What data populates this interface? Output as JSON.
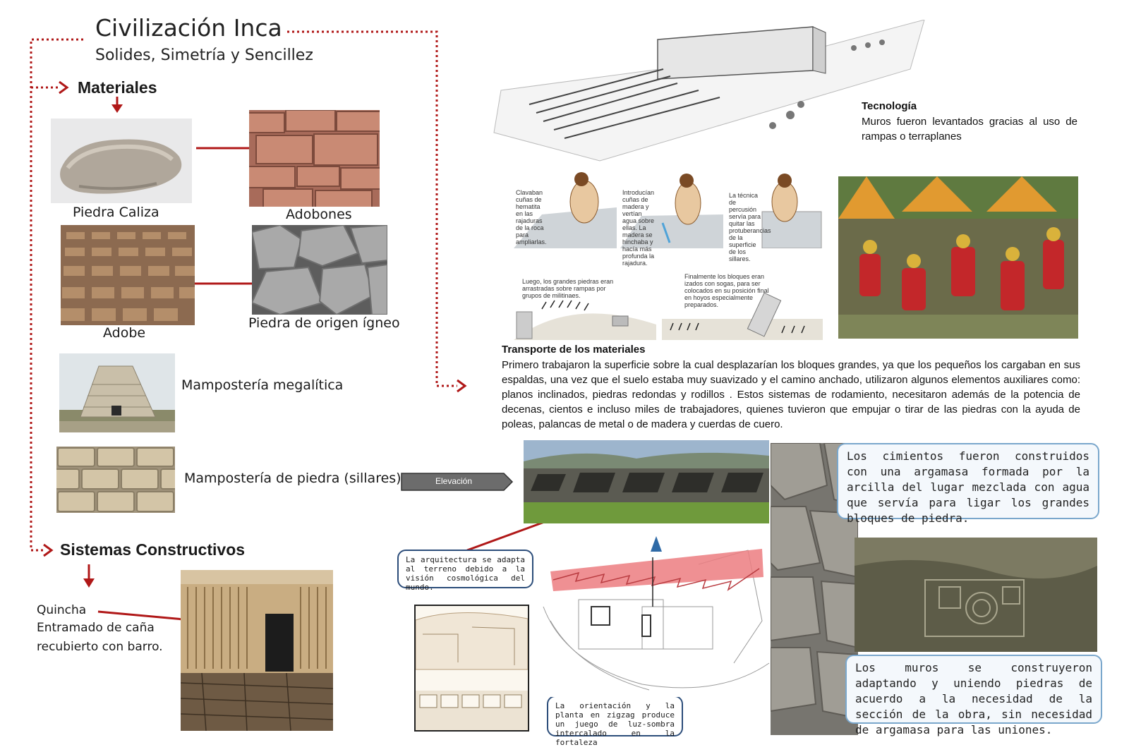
{
  "header": {
    "title": "Civilización Inca",
    "subtitle": "Solides, Simetría y Sencillez"
  },
  "materials": {
    "heading": "Materiales",
    "items": [
      {
        "label": "Piedra Caliza"
      },
      {
        "label": "Adobones"
      },
      {
        "label": "Adobe"
      },
      {
        "label": "Piedra de origen ígneo"
      },
      {
        "label": "Mampostería megalítica"
      },
      {
        "label": "Mampostería de piedra (sillares)"
      }
    ]
  },
  "systems": {
    "heading": "Sistemas Constructivos",
    "quincha_line1": "Quincha",
    "quincha_line2": "Entramado de caña",
    "quincha_line3": "recubierto con barro."
  },
  "technology": {
    "heading": "Tecnología",
    "text": "Muros fueron levantados gracias al uso de rampas o terraplanes"
  },
  "transport": {
    "heading": "Transporte de los materiales",
    "text": "Primero trabajaron la superficie sobre la cual desplazarían los bloques grandes, ya que los pequeños los cargaban en sus espaldas, una vez que el suelo estaba muy suavizado y el camino anchado, utilizaron algunos elementos auxiliares como: planos inclinados, piedras redondas  y rodillos . Estos sistemas de rodamiento, necesitaron además de la potencia de decenas, cientos e incluso miles de trabajadores, quienes tuvieron que empujar o tirar de las piedras con la ayuda de poleas, palancas de metal o de madera y cuerdas de cuero."
  },
  "illustration_captions": {
    "step1": "Clavaban cuñas de hematita en las rajaduras de la roca para ampliarlas.",
    "step2": "Introducían cuñas de madera y vertían agua sobre ellas. La madera se hinchaba y hacía más profunda la rajadura.",
    "step3": "La técnica de percusión servía para quitar las protuberancias de la superficie de los sillares.",
    "step4": "Luego, los grandes piedras eran arrastradas sobre rampas por grupos de militinaes.",
    "step5": "Finalmente los bloques eran izados con sogas, para ser colocados en su posición final en hoyos especialmente preparados."
  },
  "elevation_label": "Elevación",
  "callouts": {
    "architecture": "La arquitectura se adapta al terreno debido a la visión cosmológica del mundo.",
    "orientation": "La orientación y la planta en zigzag produce un juego de luz-sombra intercalado en la fortaleza"
  },
  "bubbles": {
    "foundations": "Los cimientos fueron construidos con una argamasa formada por la arcilla del lugar mezclada con agua que servía para ligar los grandes bloques de piedra.",
    "walls": "Los muros se construyeron adaptando y uniendo piedras de acuerdo a la necesidad de la sección de la obra, sin necesidad de argamasa para las uniones."
  },
  "colors": {
    "accent_red": "#b01818",
    "dotted_red": "#b01818",
    "callout_border": "#2c4d7a"
  }
}
